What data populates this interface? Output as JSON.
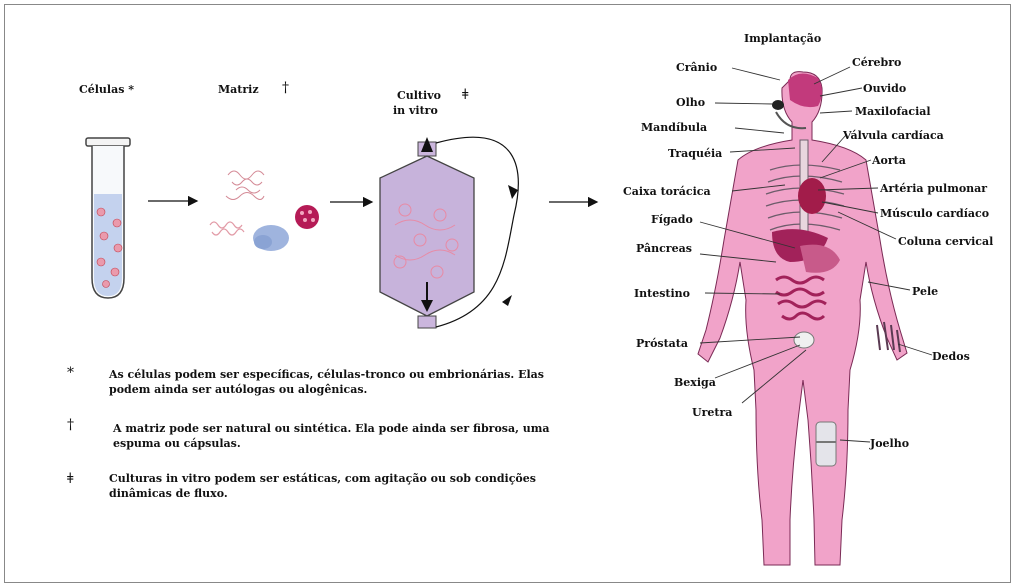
{
  "steps": {
    "cells": "Células *",
    "matrix": "Matriz",
    "matrix_symbol": "†",
    "culture_line1": "Cultivo",
    "culture_line2": "in vitro",
    "culture_symbol": "ǂ"
  },
  "notes": [
    {
      "symbol": "*",
      "text": "As células podem ser específicas, células-tronco ou embrionárias. Elas podem ainda ser autólogas ou alogênicas."
    },
    {
      "symbol": "†",
      "text": "A matriz pode ser natural ou sintética. Ela pode ainda ser fibrosa, uma espuma ou cápsulas."
    },
    {
      "symbol": "ǂ",
      "text": "Culturas in vitro podem ser estáticas, com agitação ou sob condições dinâmicas de fluxo."
    }
  ],
  "body": {
    "title": "Implantação",
    "labels": {
      "cranio": "Crânio",
      "cerebro": "Cérebro",
      "ouvido": "Ouvido",
      "olho": "Olho",
      "maxilofacial": "Maxilofacial",
      "mandibula": "Mandíbula",
      "valvula": "Válvula cardíaca",
      "traqueia": "Traquéia",
      "aorta": "Aorta",
      "caixa": "Caixa torácica",
      "arteria": "Artéria pulmonar",
      "musculo": "Músculo cardíaco",
      "figado": "Fígado",
      "coluna": "Coluna cervical",
      "pancreas": "Pâncreas",
      "intestino": "Intestino",
      "pele": "Pele",
      "prostata": "Próstata",
      "dedos": "Dedos",
      "bexiga": "Bexiga",
      "uretra": "Uretra",
      "joelho": "Joelho"
    }
  }
}
